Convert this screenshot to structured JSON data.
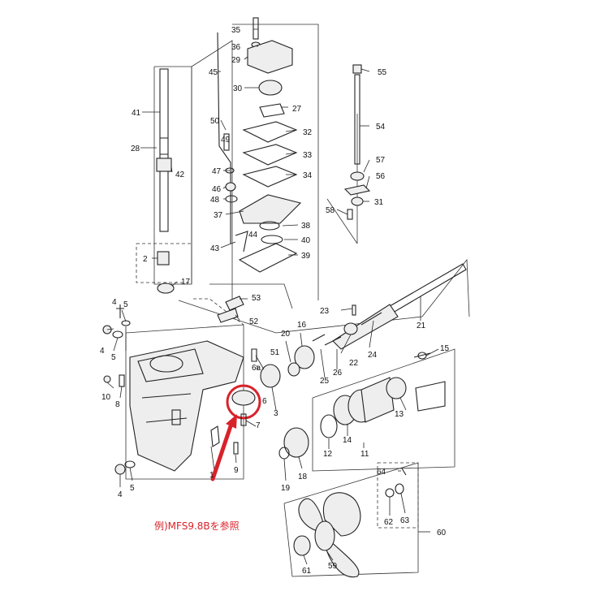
{
  "part_labels": {
    "p1": "1",
    "p2": "2",
    "p3": "3",
    "p4a": "4",
    "p4b": "4",
    "p4c": "4",
    "p5a": "5",
    "p5b": "5",
    "p5c": "5",
    "p6": "6",
    "p6a": "6a",
    "p7": "7",
    "p8": "8",
    "p9": "9",
    "p10": "10",
    "p11": "11",
    "p12": "12",
    "p13": "13",
    "p14": "14",
    "p15": "15",
    "p16": "16",
    "p17": "17",
    "p18": "18",
    "p19": "19",
    "p20": "20",
    "p21": "21",
    "p22": "22",
    "p23": "23",
    "p24": "24",
    "p25": "25",
    "p26": "26",
    "p27": "27",
    "p28": "28",
    "p29": "29",
    "p30": "30",
    "p31": "31",
    "p32": "32",
    "p33": "33",
    "p34": "34",
    "p35": "35",
    "p36": "36",
    "p37": "37",
    "p38": "38",
    "p39": "39",
    "p40": "40",
    "p41": "41",
    "p42": "42",
    "p43": "43",
    "p44": "44",
    "p45": "45",
    "p46": "46",
    "p47": "47",
    "p48": "48",
    "p49": "49",
    "p50": "50",
    "p51": "51",
    "p52": "52",
    "p53": "53",
    "p54": "54",
    "p55": "55",
    "p56": "56",
    "p57": "57",
    "p58": "58",
    "p59": "59",
    "p60": "60",
    "p61": "61",
    "p62": "62",
    "p63": "63",
    "p64": "64"
  },
  "note": "例)MFS9.8Bを参照",
  "colors": {
    "highlight": "#d8222a",
    "line": "#222222"
  }
}
